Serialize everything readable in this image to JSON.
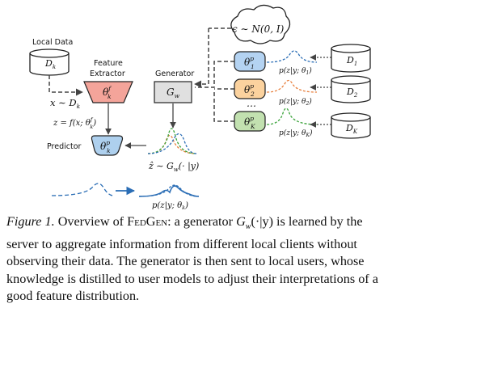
{
  "diagram": {
    "local_data_label": "Local Data",
    "dk_local": "D",
    "dk_sub": "k",
    "feature_extractor_label": [
      "Feature",
      "Extractor"
    ],
    "theta_f": "θ",
    "theta_f_sup": "f",
    "theta_f_sub": "k",
    "x_sample": "x ∼ D",
    "x_sample_sub": "k",
    "z_map": "z = f(x; θ",
    "z_map_sup": "f",
    "z_map_sub": "k",
    "z_map_close": ")",
    "predictor_label": "Predictor",
    "theta_p": "θ",
    "theta_p_sup": "p",
    "theta_p_sub": "k",
    "generator_label": "Generator",
    "g_w": "G",
    "g_w_sub": "w",
    "noise": "ϵ ∼ N(0, I)",
    "clients": [
      {
        "theta": "θ",
        "sup": "p",
        "sub": "1",
        "dist": "p(z|y; θ",
        "dist_sub": "1",
        "data": "D",
        "data_sub": "1"
      },
      {
        "theta": "θ",
        "sup": "p",
        "sub": "2",
        "dist": "p(z|y; θ",
        "dist_sub": "2",
        "data": "D",
        "data_sub": "2"
      },
      {
        "theta": "θ",
        "sup": "p",
        "sub": "K",
        "dist": "p(z|y; θ",
        "dist_sub": "K",
        "data": "D",
        "data_sub": "K"
      }
    ],
    "ellipsis": "…",
    "z_hat": "ẑ ∼ G",
    "z_hat_sub": "w",
    "z_hat_close": "(· |y)",
    "user_dist": "p(z|y; θ",
    "user_dist_sub": "k",
    "user_dist_close": ")",
    "dist_close": ")",
    "colors": {
      "extractor_fill": "#f4a49a",
      "predictor_fill": "#aed0ee",
      "client1_fill": "#b4d3f2",
      "client2_fill": "#fbd29e",
      "client3_fill": "#c2e1b0",
      "generator_fill": "#e0e0e0",
      "blue": "#2a6db5",
      "orange": "#e87f3c",
      "green": "#3aa33a"
    }
  },
  "caption": {
    "fig_label": "Figure 1.",
    "text_1": " Overview of ",
    "name": "FedGen",
    "text_2": ": a generator ",
    "g": "G",
    "g_sub": "w",
    "g_arg": "(·|y)",
    "text_3": " is learned by the server to aggregate information from different local clients without observing their data.  The generator is then sent to local users, whose knowledge is distilled to user models to adjust their interpretations of a good feature distribution."
  }
}
